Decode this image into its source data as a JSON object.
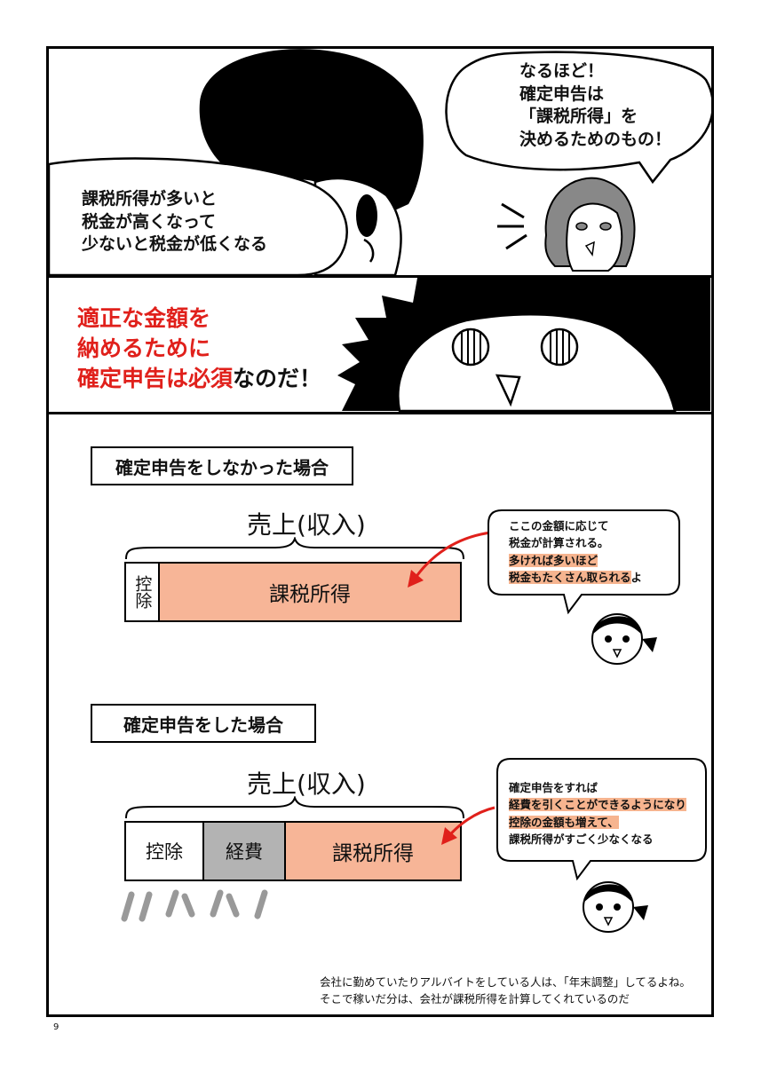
{
  "panel1": {
    "speech_right": [
      "なるほど！",
      "確定申告は",
      "「課税所得」を",
      "決めるためのもの！"
    ],
    "speech_left": [
      "課税所得が多いと",
      "税金が高くなって",
      "少ないと税金が低くなる"
    ]
  },
  "panel2": {
    "line1": "適正な金額を",
    "line2": "納めるために",
    "line3_red": "確定申告は必須",
    "line3_rest": "なのだ！"
  },
  "section1": {
    "title": "確定申告をしなかった場合",
    "uriage": "売上(収入)",
    "koujo": "控除",
    "kazei": "課税所得",
    "note_plain1": "ここの金額に応じて",
    "note_plain2": "税金が計算される。",
    "note_hl1": "多ければ多いほど",
    "note_hl2": "税金もたくさん取られる",
    "note_tail": "よ"
  },
  "section2": {
    "title": "確定申告をした場合",
    "uriage": "売上(収入)",
    "koujo": "控除",
    "keihi": "経費",
    "kazei": "課税所得",
    "note_plain1": "確定申告をすれば",
    "note_hl1": "経費を引くことができるようになり",
    "note_hl2": "控除の金額も増えて、",
    "note_plain2": "課税所得がすごく少なくなる"
  },
  "footer": {
    "line1": "会社に勤めていたりアルバイトをしている人は、「年末調整」してるよね。",
    "line2": "そこで稼いだ分は、会社が課税所得を計算してくれているのだ"
  },
  "page_number": "9",
  "colors": {
    "accent_red": "#e0201b",
    "bar_fill": "#f7b597",
    "keihi_fill": "#b3b3b3"
  }
}
